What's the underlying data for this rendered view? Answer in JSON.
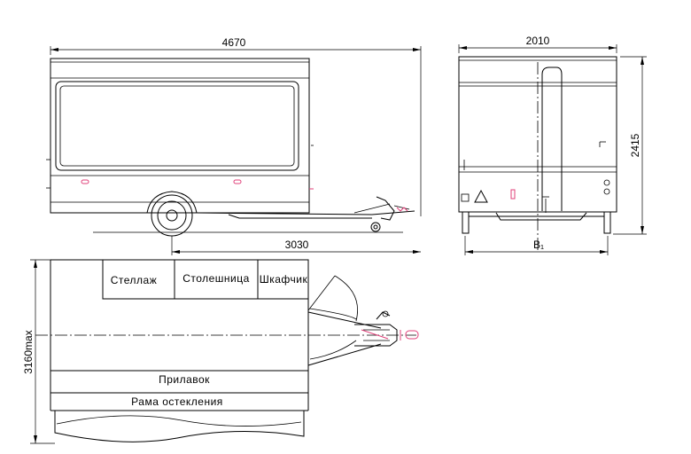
{
  "dimensions": {
    "side_length": "4670",
    "wheelbase_to_hitch": "3030",
    "rear_width": "2010",
    "rear_height": "2415",
    "track_label": "B₁",
    "plan_width": "3160max"
  },
  "plan_labels": {
    "shelf": "Стеллаж",
    "worktop": "Столешница",
    "cabinet": "Шкафчик",
    "counter": "Прилавок",
    "glazing_frame": "Рама остекления"
  }
}
